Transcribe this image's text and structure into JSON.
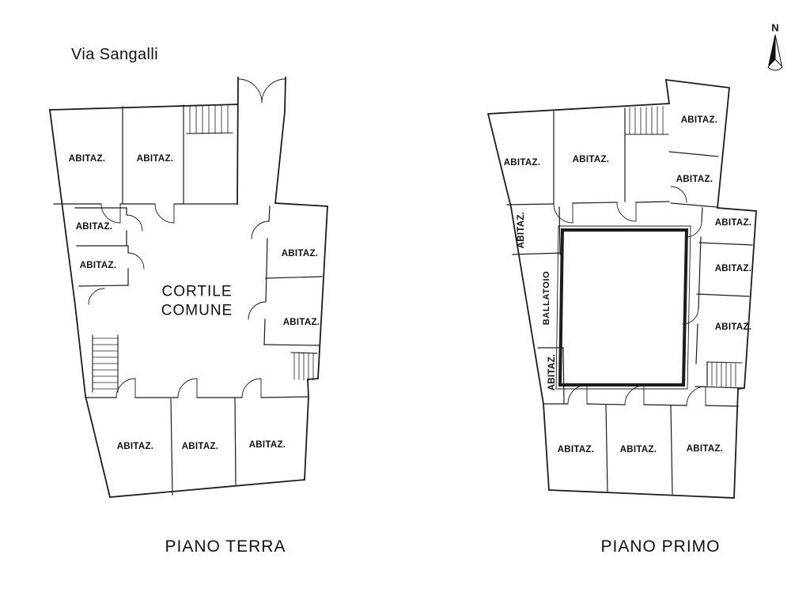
{
  "header": {
    "street_label": "Via Sangalli",
    "north_label": "N"
  },
  "ground_floor": {
    "caption": "PIANO TERRA",
    "courtyard_label": "CORTILE COMUNE",
    "room_labels": {
      "top_left": "ABITAZ.",
      "top_mid": "ABITAZ.",
      "west_upper": "ABITAZ.",
      "west_lower": "ABITAZ.",
      "east_upper": "ABITAZ.",
      "east_lower": "ABITAZ.",
      "south_left": "ABITAZ.",
      "south_mid": "ABITAZ.",
      "south_right": "ABITAZ."
    }
  },
  "first_floor": {
    "caption": "PIANO PRIMO",
    "walkway_label": "BALLATOIO",
    "room_labels": {
      "top_left": "ABITAZ.",
      "top_mid": "ABITAZ.",
      "wing_upper": "ABITAZ.",
      "wing_lower": "ABITAZ.",
      "west_upper": "ABITAZ.",
      "west_lower": "ABITAZ.",
      "east_upper": "ABITAZ.",
      "east_mid": "ABITAZ.",
      "east_lower": "ABITAZ.",
      "south_left": "ABITAZ.",
      "south_mid": "ABITAZ.",
      "south_right": "ABITAZ."
    }
  },
  "colors": {
    "line": "#1c1c1c",
    "background": "#ffffff"
  }
}
